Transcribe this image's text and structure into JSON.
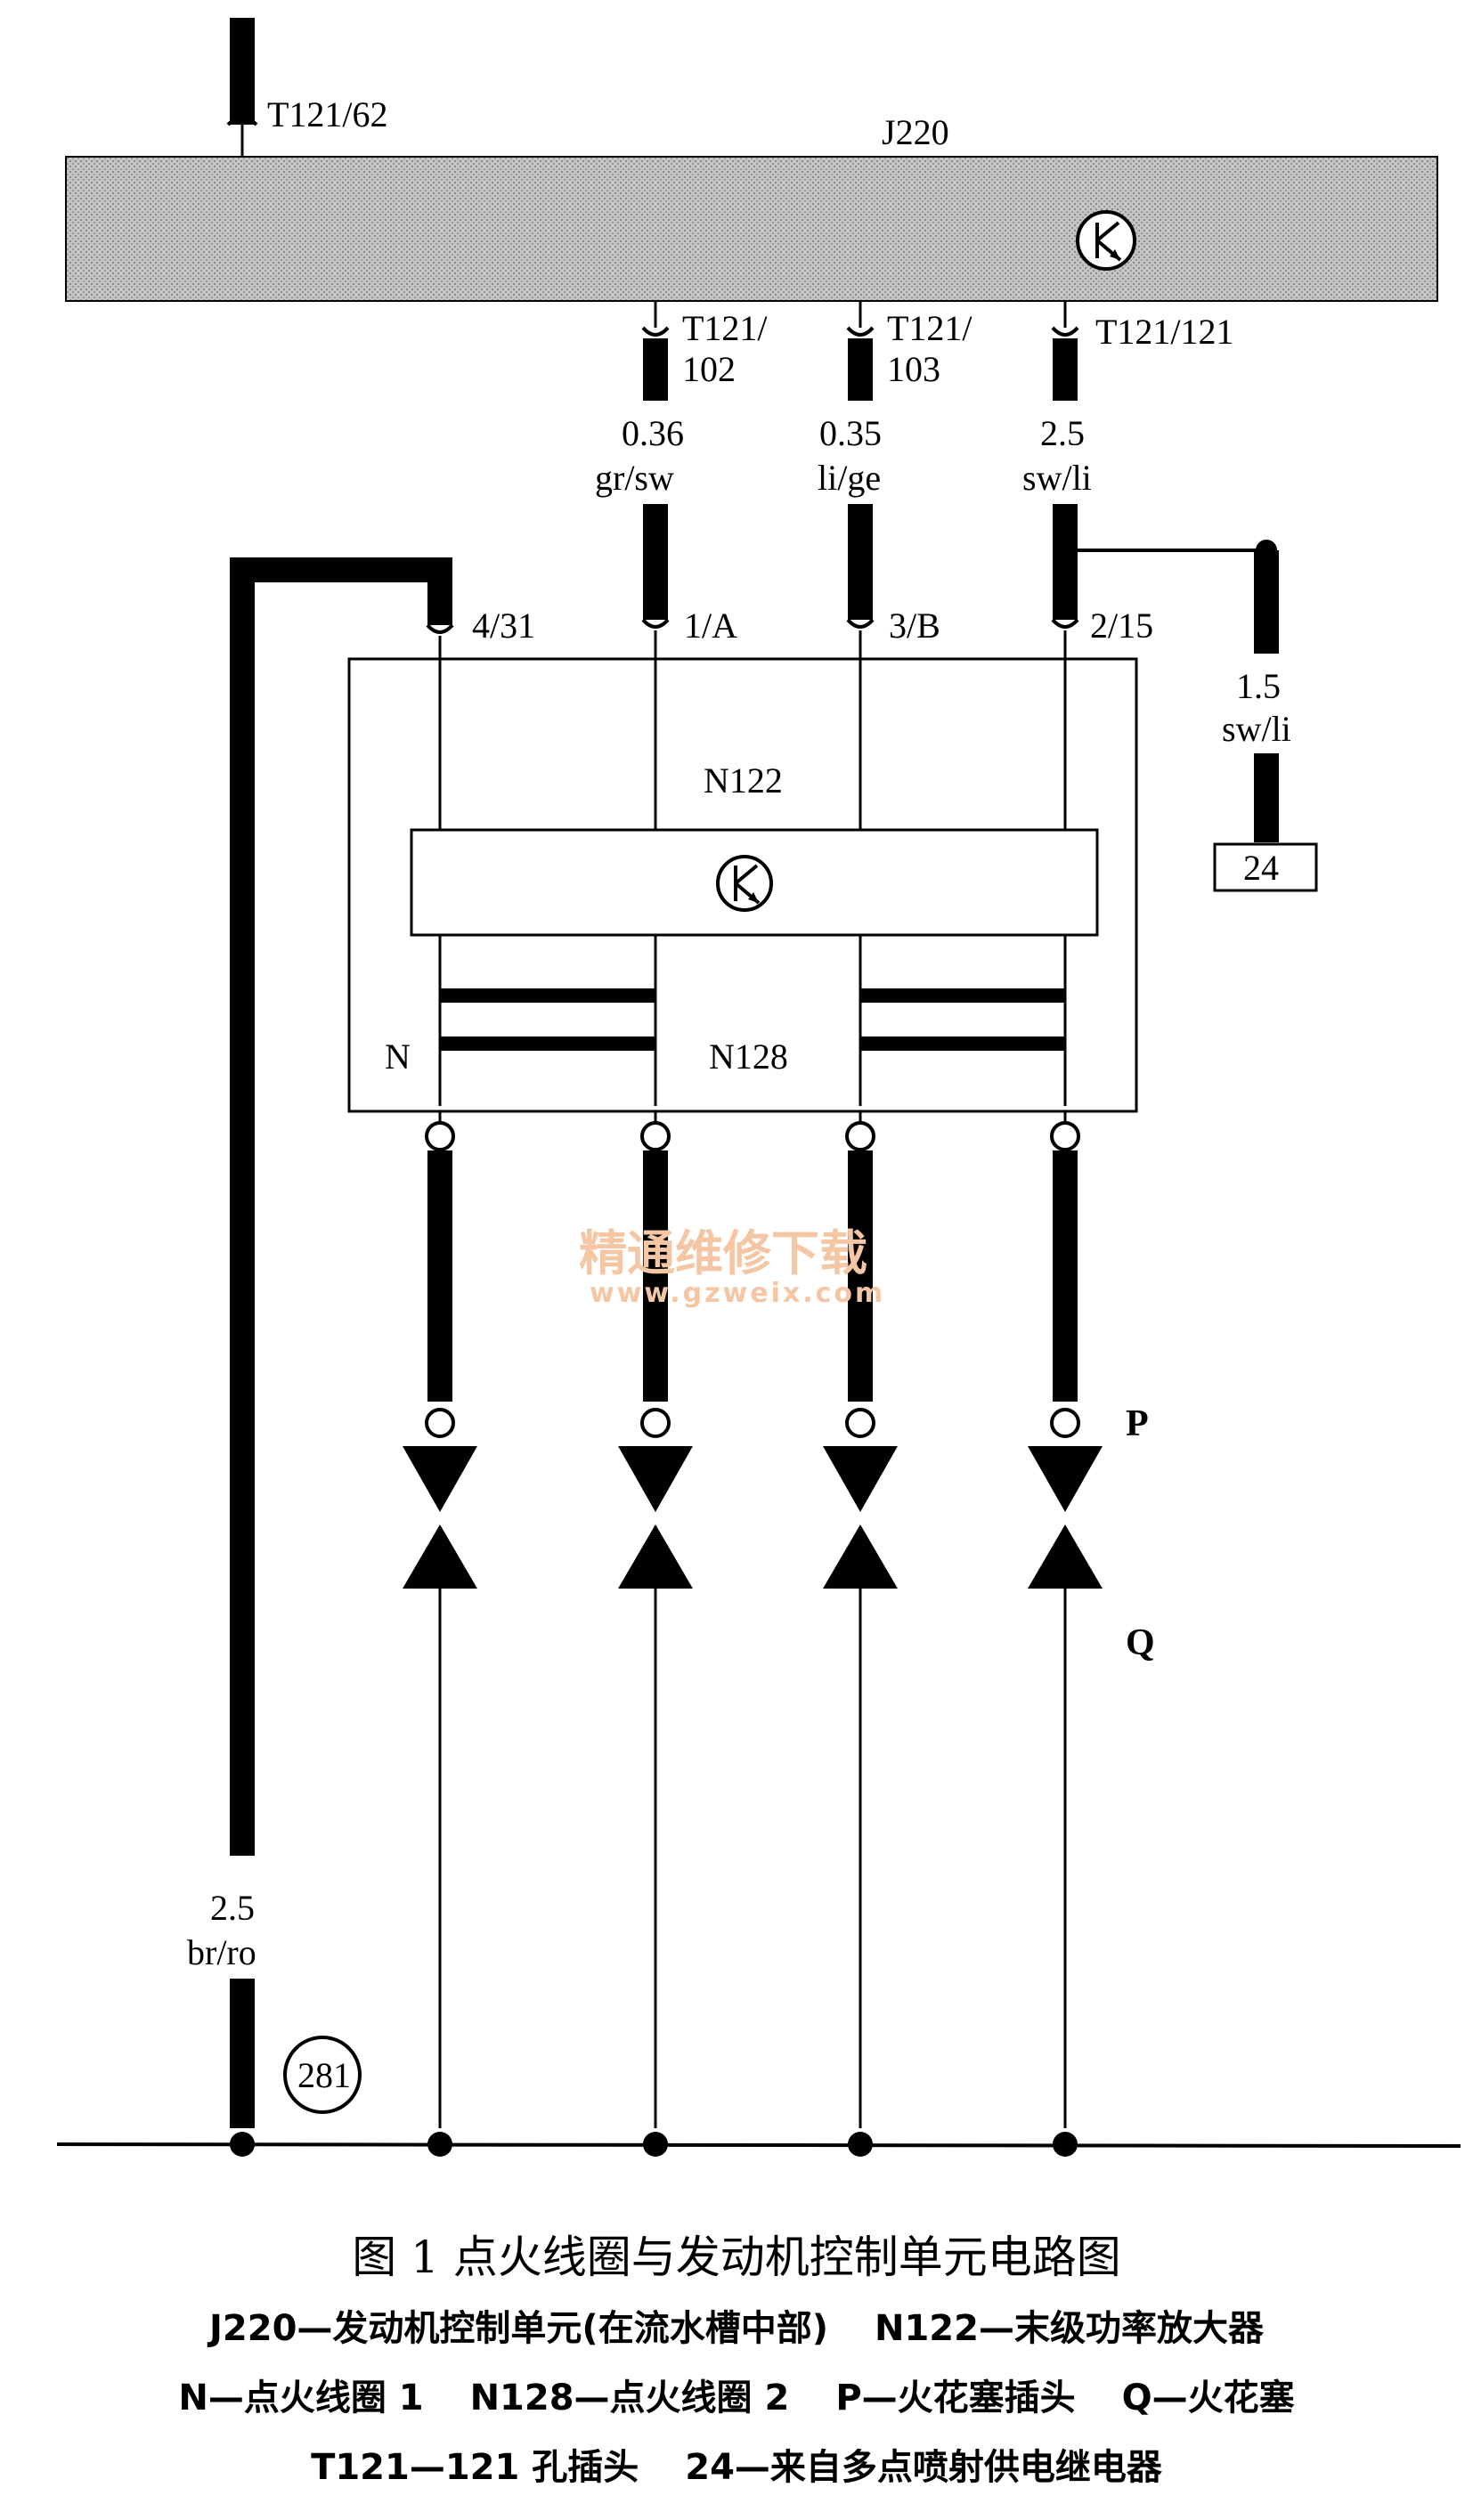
{
  "ecu": {
    "name": "J220"
  },
  "pins": {
    "ecu_supply": "T121/62",
    "p102": "T121/\n102",
    "p103": "T121/\n103",
    "p121": "T121/121"
  },
  "wires": {
    "w102": {
      "size": "0.36",
      "color": "gr/sw"
    },
    "w103": {
      "size": "0.35",
      "color": "li/ge"
    },
    "w121": {
      "size": "2.5",
      "color": "sw/li"
    },
    "w_relay": {
      "size": "1.5",
      "color": "sw/li"
    },
    "w_ground": {
      "size": "2.5",
      "color": "br/ro"
    }
  },
  "coil_pins": [
    "4/31",
    "1/A",
    "3/B",
    "2/15"
  ],
  "components": {
    "amplifier": "N122",
    "coil_1": "N",
    "coil_2": "N128",
    "relay_ref": "24",
    "ground_ref": "281",
    "plug_label": "P",
    "spark_plug_label": "Q"
  },
  "watermark": {
    "line1": "精通维修下载",
    "line2": "www.gzweix.com"
  },
  "caption": {
    "title": "图 1 点火线圈与发动机控制单元电路图",
    "legend_1a": "J220—发动机控制单元(在流水槽中部)",
    "legend_1b": "N122—末级功率放大器",
    "legend_2a": "N—点火线圈 1",
    "legend_2b": "N128—点火线圈 2",
    "legend_2c": "P—火花塞插头",
    "legend_2d": "Q—火花塞",
    "legend_3a": "T121—121 孔插头",
    "legend_3b": "24—来自多点喷射供电继电器"
  },
  "colors": {
    "ink": "#000000",
    "watermark": "#f4c6a4",
    "ecu_fill": "#b8b8b8"
  }
}
